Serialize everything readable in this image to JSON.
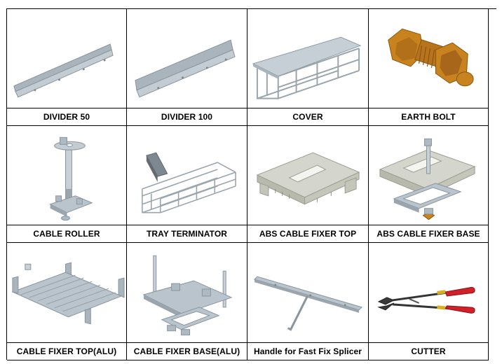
{
  "products": [
    {
      "label": "DIVIDER 50",
      "icon": "divider-50-icon"
    },
    {
      "label": "DIVIDER 100",
      "icon": "divider-100-icon"
    },
    {
      "label": "COVER",
      "icon": "cover-icon"
    },
    {
      "label": "EARTH BOLT",
      "icon": "earth-bolt-icon"
    },
    {
      "label": "CABLE ROLLER",
      "icon": "cable-roller-icon"
    },
    {
      "label": "TRAY TERMINATOR",
      "icon": "tray-terminator-icon"
    },
    {
      "label": "ABS CABLE FIXER TOP",
      "icon": "abs-cable-fixer-top-icon"
    },
    {
      "label": "ABS CABLE FIXER BASE",
      "icon": "abs-cable-fixer-base-icon"
    },
    {
      "label": "CABLE FIXER TOP(ALU)",
      "icon": "cable-fixer-top-alu-icon"
    },
    {
      "label": "CABLE FIXER BASE(ALU)",
      "icon": "cable-fixer-base-alu-icon"
    },
    {
      "label": "Handle for Fast Fix Splicer",
      "icon": "handle-splicer-icon"
    },
    {
      "label": "CUTTER",
      "icon": "cutter-icon"
    }
  ],
  "colors": {
    "metal": "#b9c4cc",
    "metal_dark": "#8e9aa3",
    "brass": "#c8831e",
    "cutter_red": "#d0202a",
    "abs_grey": "#d4d5cc"
  }
}
